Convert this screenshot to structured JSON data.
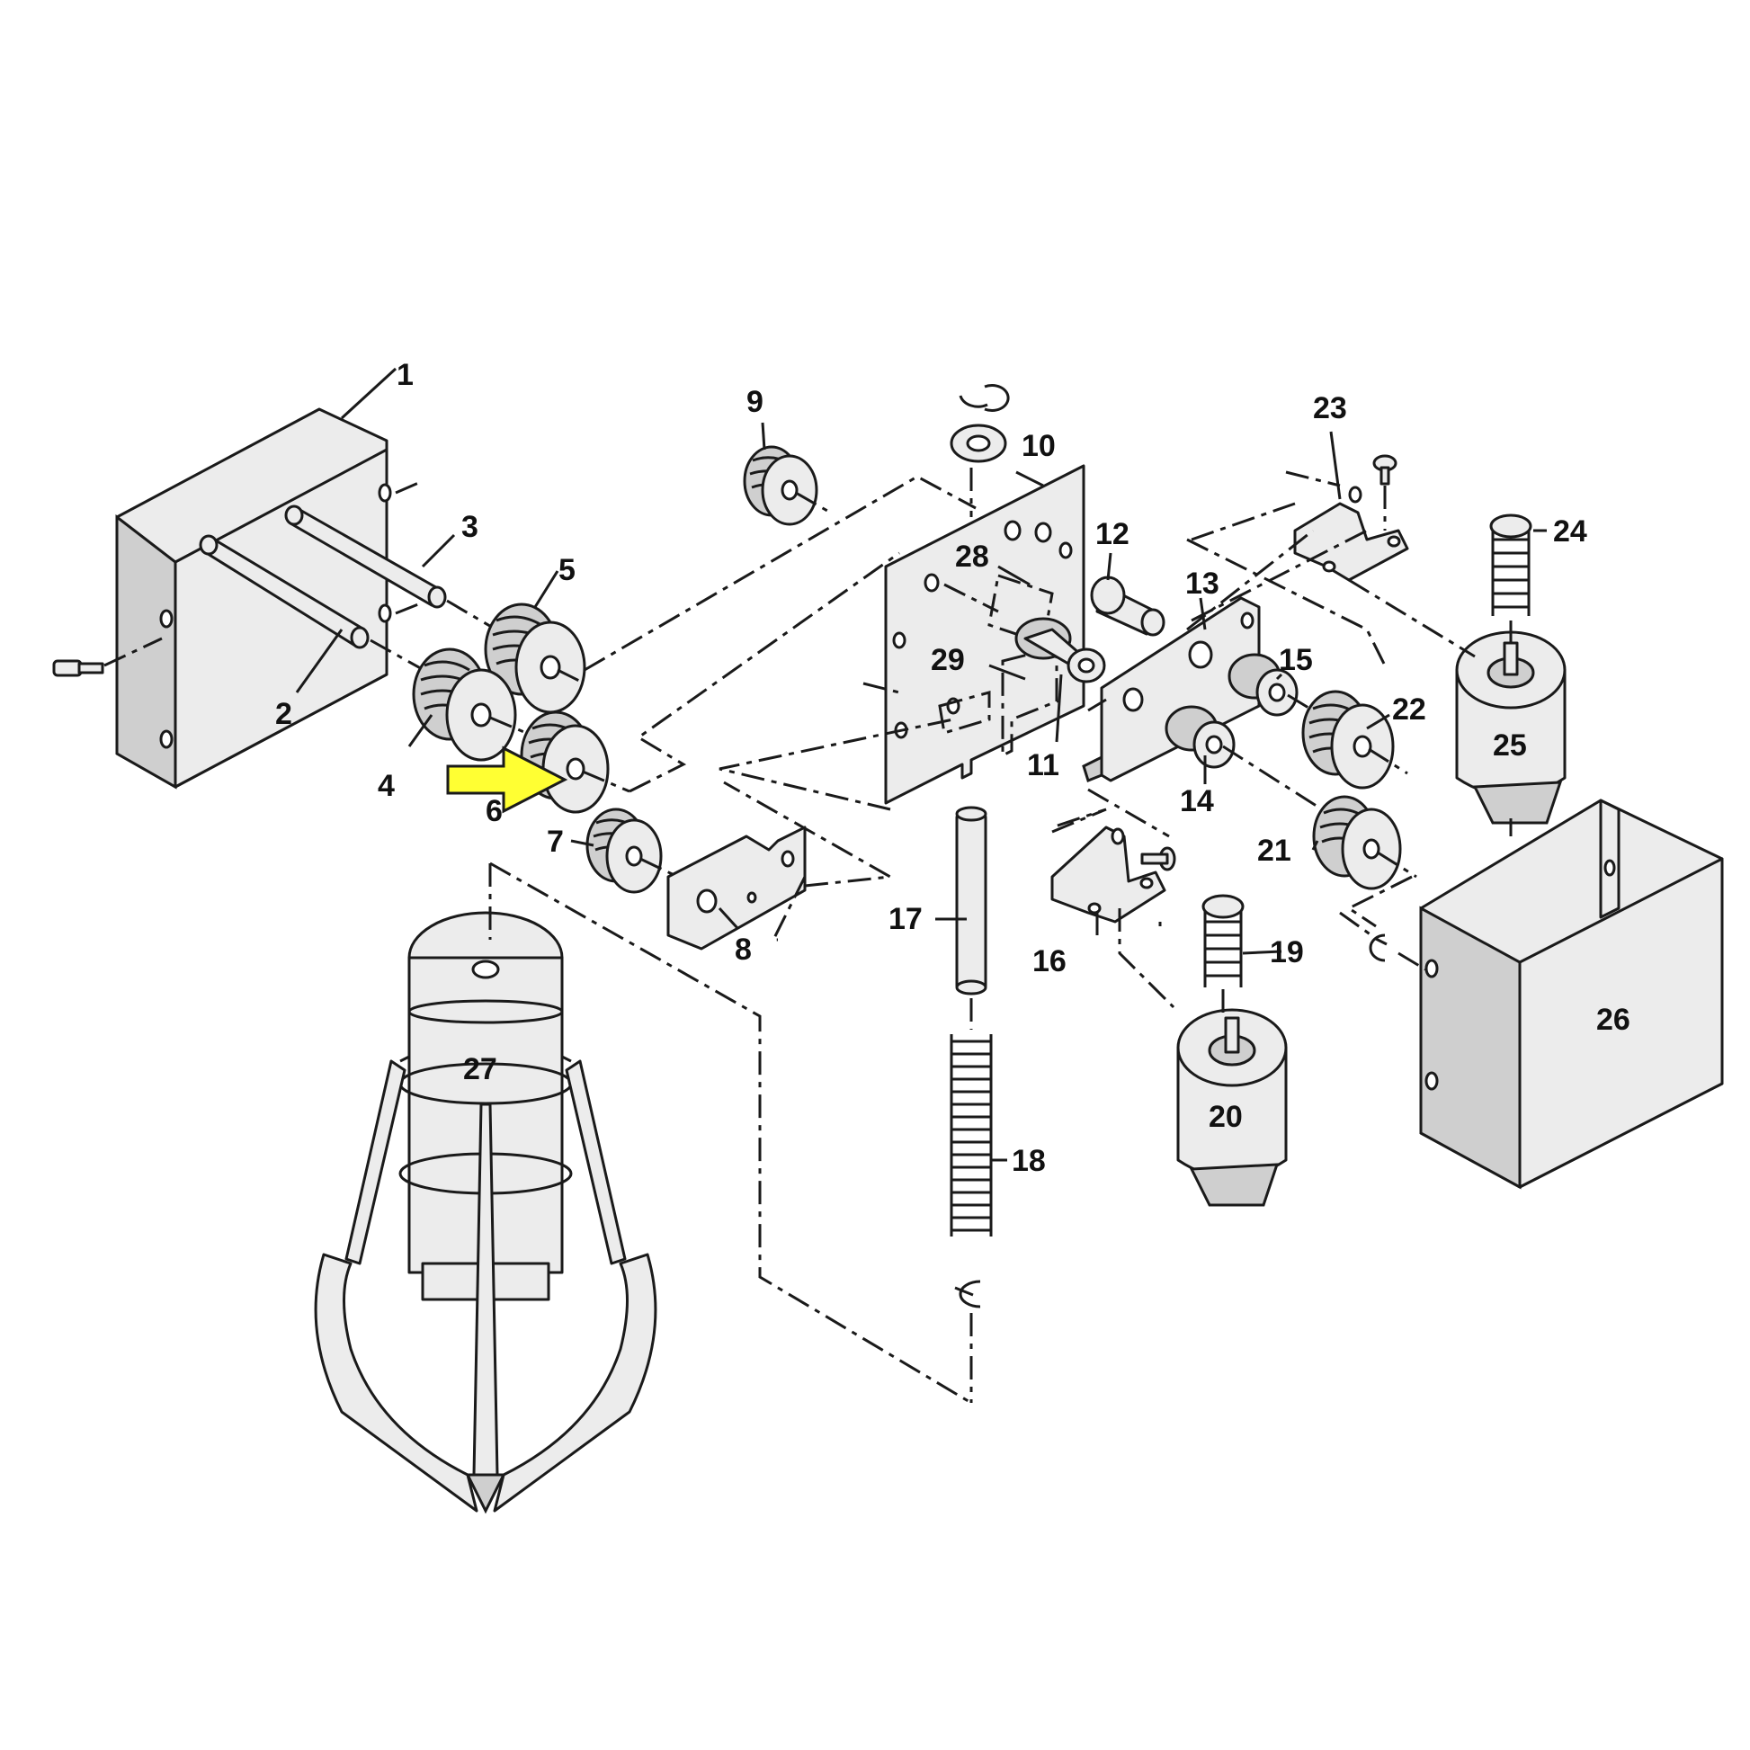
{
  "callouts": [
    "1",
    "2",
    "3",
    "4",
    "5",
    "6",
    "7",
    "8",
    "9",
    "10",
    "11",
    "12",
    "13",
    "14",
    "15",
    "16",
    "17",
    "18",
    "19",
    "20",
    "21",
    "22",
    "23",
    "24",
    "25",
    "26",
    "27",
    "28",
    "29"
  ],
  "highlight": {
    "arrow_color": "#ffff33",
    "target_part": "6"
  }
}
